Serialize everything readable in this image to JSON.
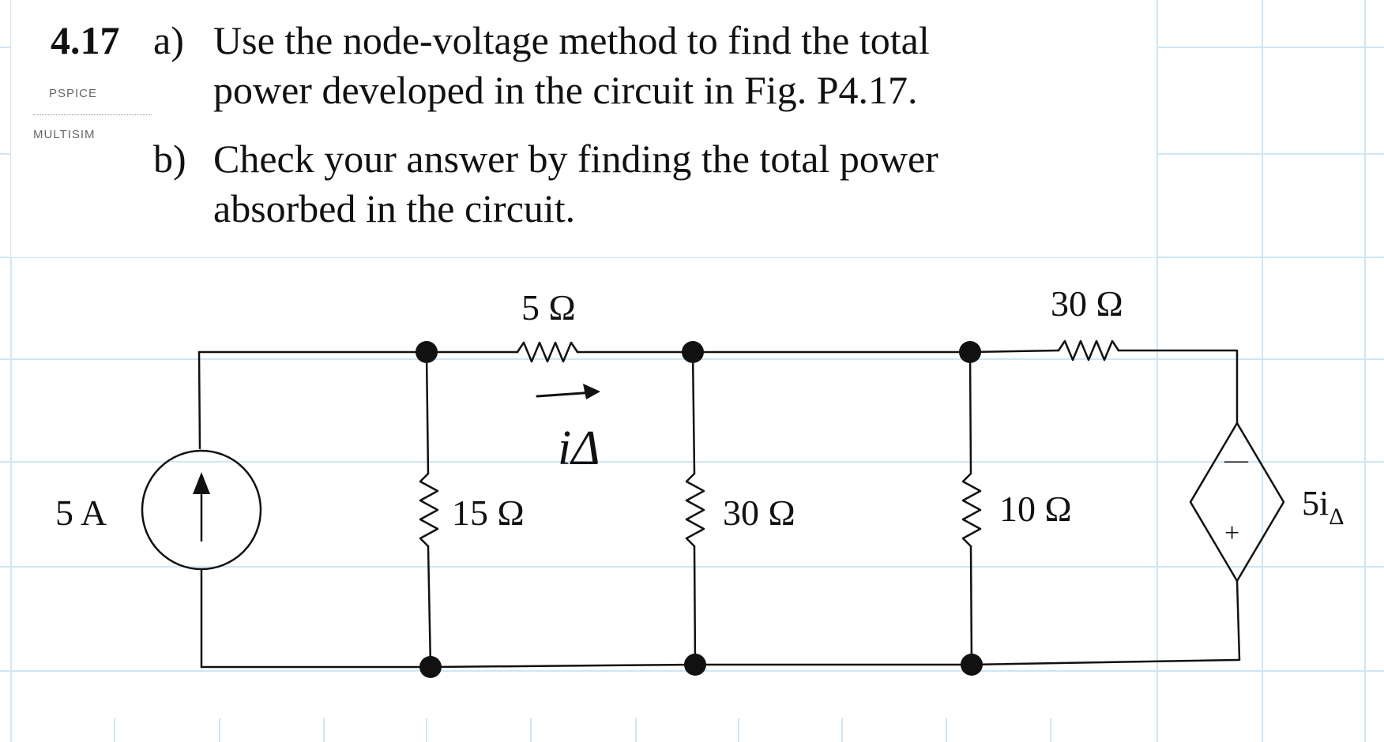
{
  "problem": {
    "number": "4.17",
    "part_a_label": "a)",
    "part_a_line1": "Use the node-voltage method to find the total",
    "part_a_line2": "power developed in the circuit in Fig. P4.17.",
    "part_b_label": "b)",
    "part_b_line1": "Check your answer by finding the total power",
    "part_b_line2": "absorbed in the circuit.",
    "tag_pspice": "PSPICE",
    "tag_multisim": "MULTISIM"
  },
  "circuit": {
    "source_label": "5 A",
    "r_series1": "5 Ω",
    "r_shunt1": "15 Ω",
    "r_shunt2": "30 Ω",
    "r_shunt3": "10 Ω",
    "r_series2": "30 Ω",
    "dep_source_label": "5i",
    "dep_source_subscript": "Δ",
    "dep_minus": "—",
    "dep_plus": "+",
    "handwritten_current": "iΔ"
  },
  "colors": {
    "grid": "#cfe6f5",
    "ink": "#111111"
  }
}
